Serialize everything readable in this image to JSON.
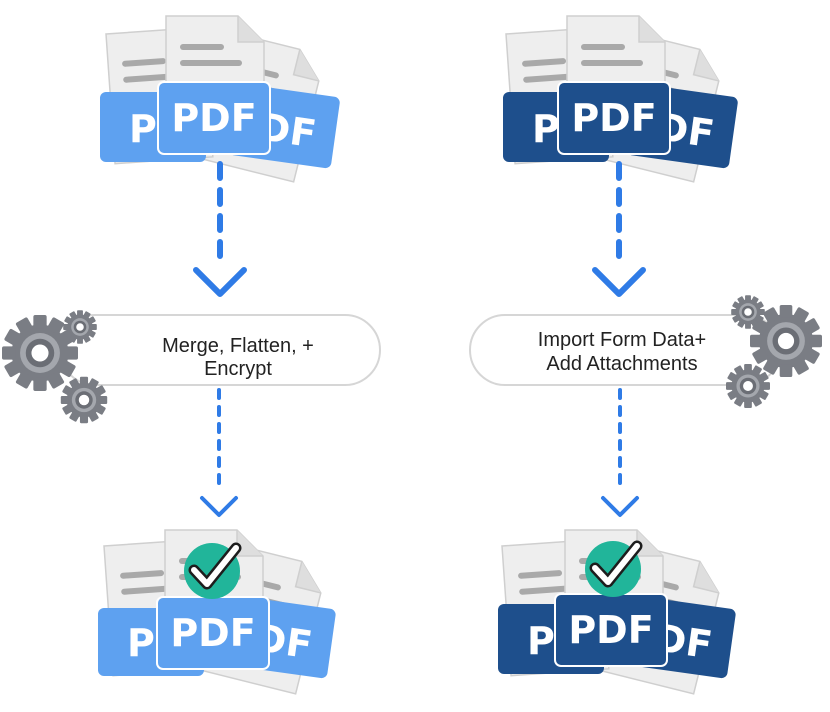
{
  "colors": {
    "light_badge": "#5ea1f0",
    "dark_badge": "#1e4f8c",
    "arrow": "#2f7be6",
    "doc_fill": "#eeeeee",
    "doc_line": "#a9a9a9",
    "check_circle": "#21b59a",
    "gear": "#7a7d84"
  },
  "left_flow": {
    "badge_label": "PDF",
    "step_line1": "Merge, Flatten, +",
    "step_line2": "Encrypt"
  },
  "right_flow": {
    "badge_label": "PDF",
    "step_line1": "Import Form Data+",
    "step_line2": "Add Attachments"
  }
}
